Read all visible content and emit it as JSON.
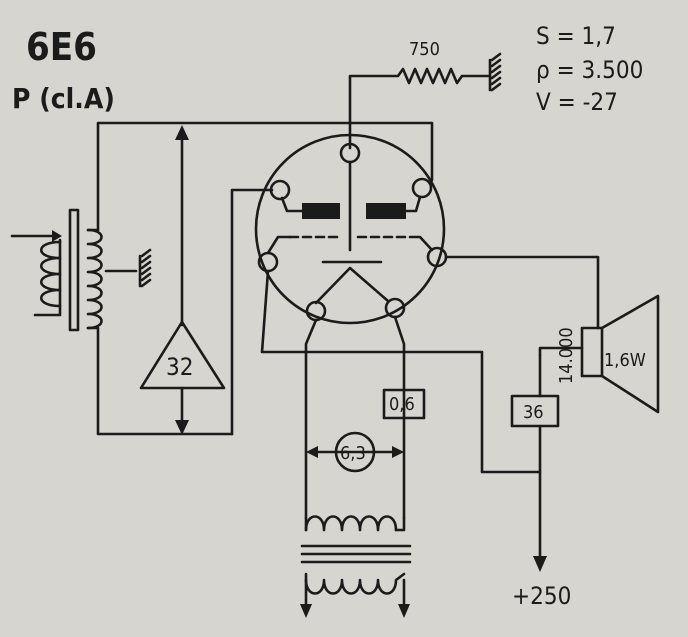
{
  "tube": {
    "type": "6E6",
    "mode": "P (cl.A)"
  },
  "params": {
    "s": "S = 1,7",
    "rho": "ρ = 3.500",
    "v": "V = -27"
  },
  "components": {
    "cathode_resistor": "750",
    "input_amplifier": "32",
    "filament_voltage": "6,3",
    "filament_current": "0,6",
    "output_transformer": "36",
    "speaker_impedance": "14.000",
    "speaker_power": "1,6W",
    "supply_voltage": "+250"
  }
}
